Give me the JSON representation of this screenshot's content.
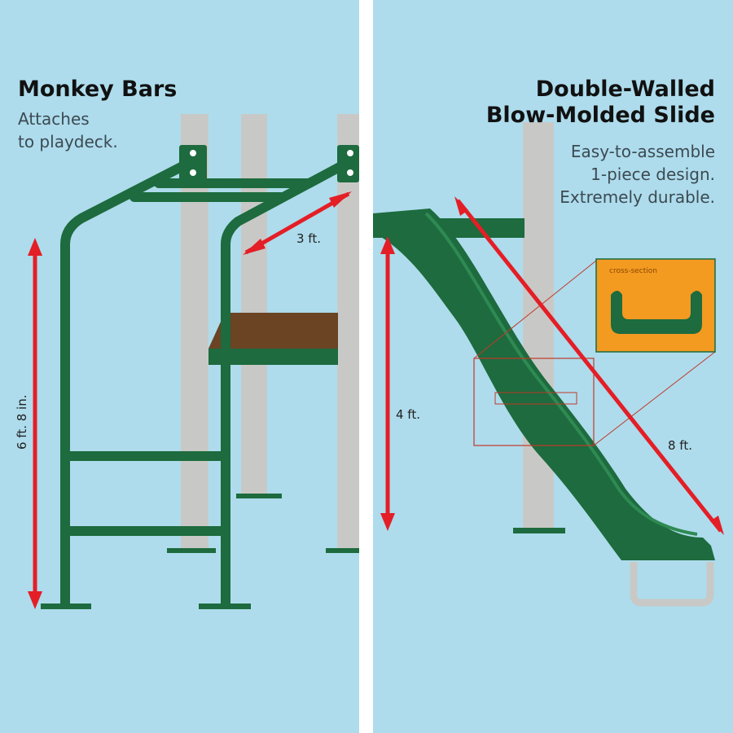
{
  "colors": {
    "background": "#aedcec",
    "green": "#1d6b3e",
    "pole": "#c8c9c6",
    "deck": "#6a4423",
    "arrow": "#e41e26",
    "cross_section_box": "#f39a21"
  },
  "monkey_bars": {
    "title": "Monkey Bars",
    "description_lines": [
      "Attaches",
      "to playdeck."
    ],
    "width_label": "3 ft.",
    "height_label": "6 ft. 8 in."
  },
  "slide": {
    "title_lines": [
      "Double-Walled",
      "Blow-Molded Slide"
    ],
    "description_lines": [
      "Easy-to-assemble",
      "1-piece design.",
      "Extremely durable."
    ],
    "height_label": "4 ft.",
    "length_label": "8 ft.",
    "cross_section_label": "cross-section"
  }
}
